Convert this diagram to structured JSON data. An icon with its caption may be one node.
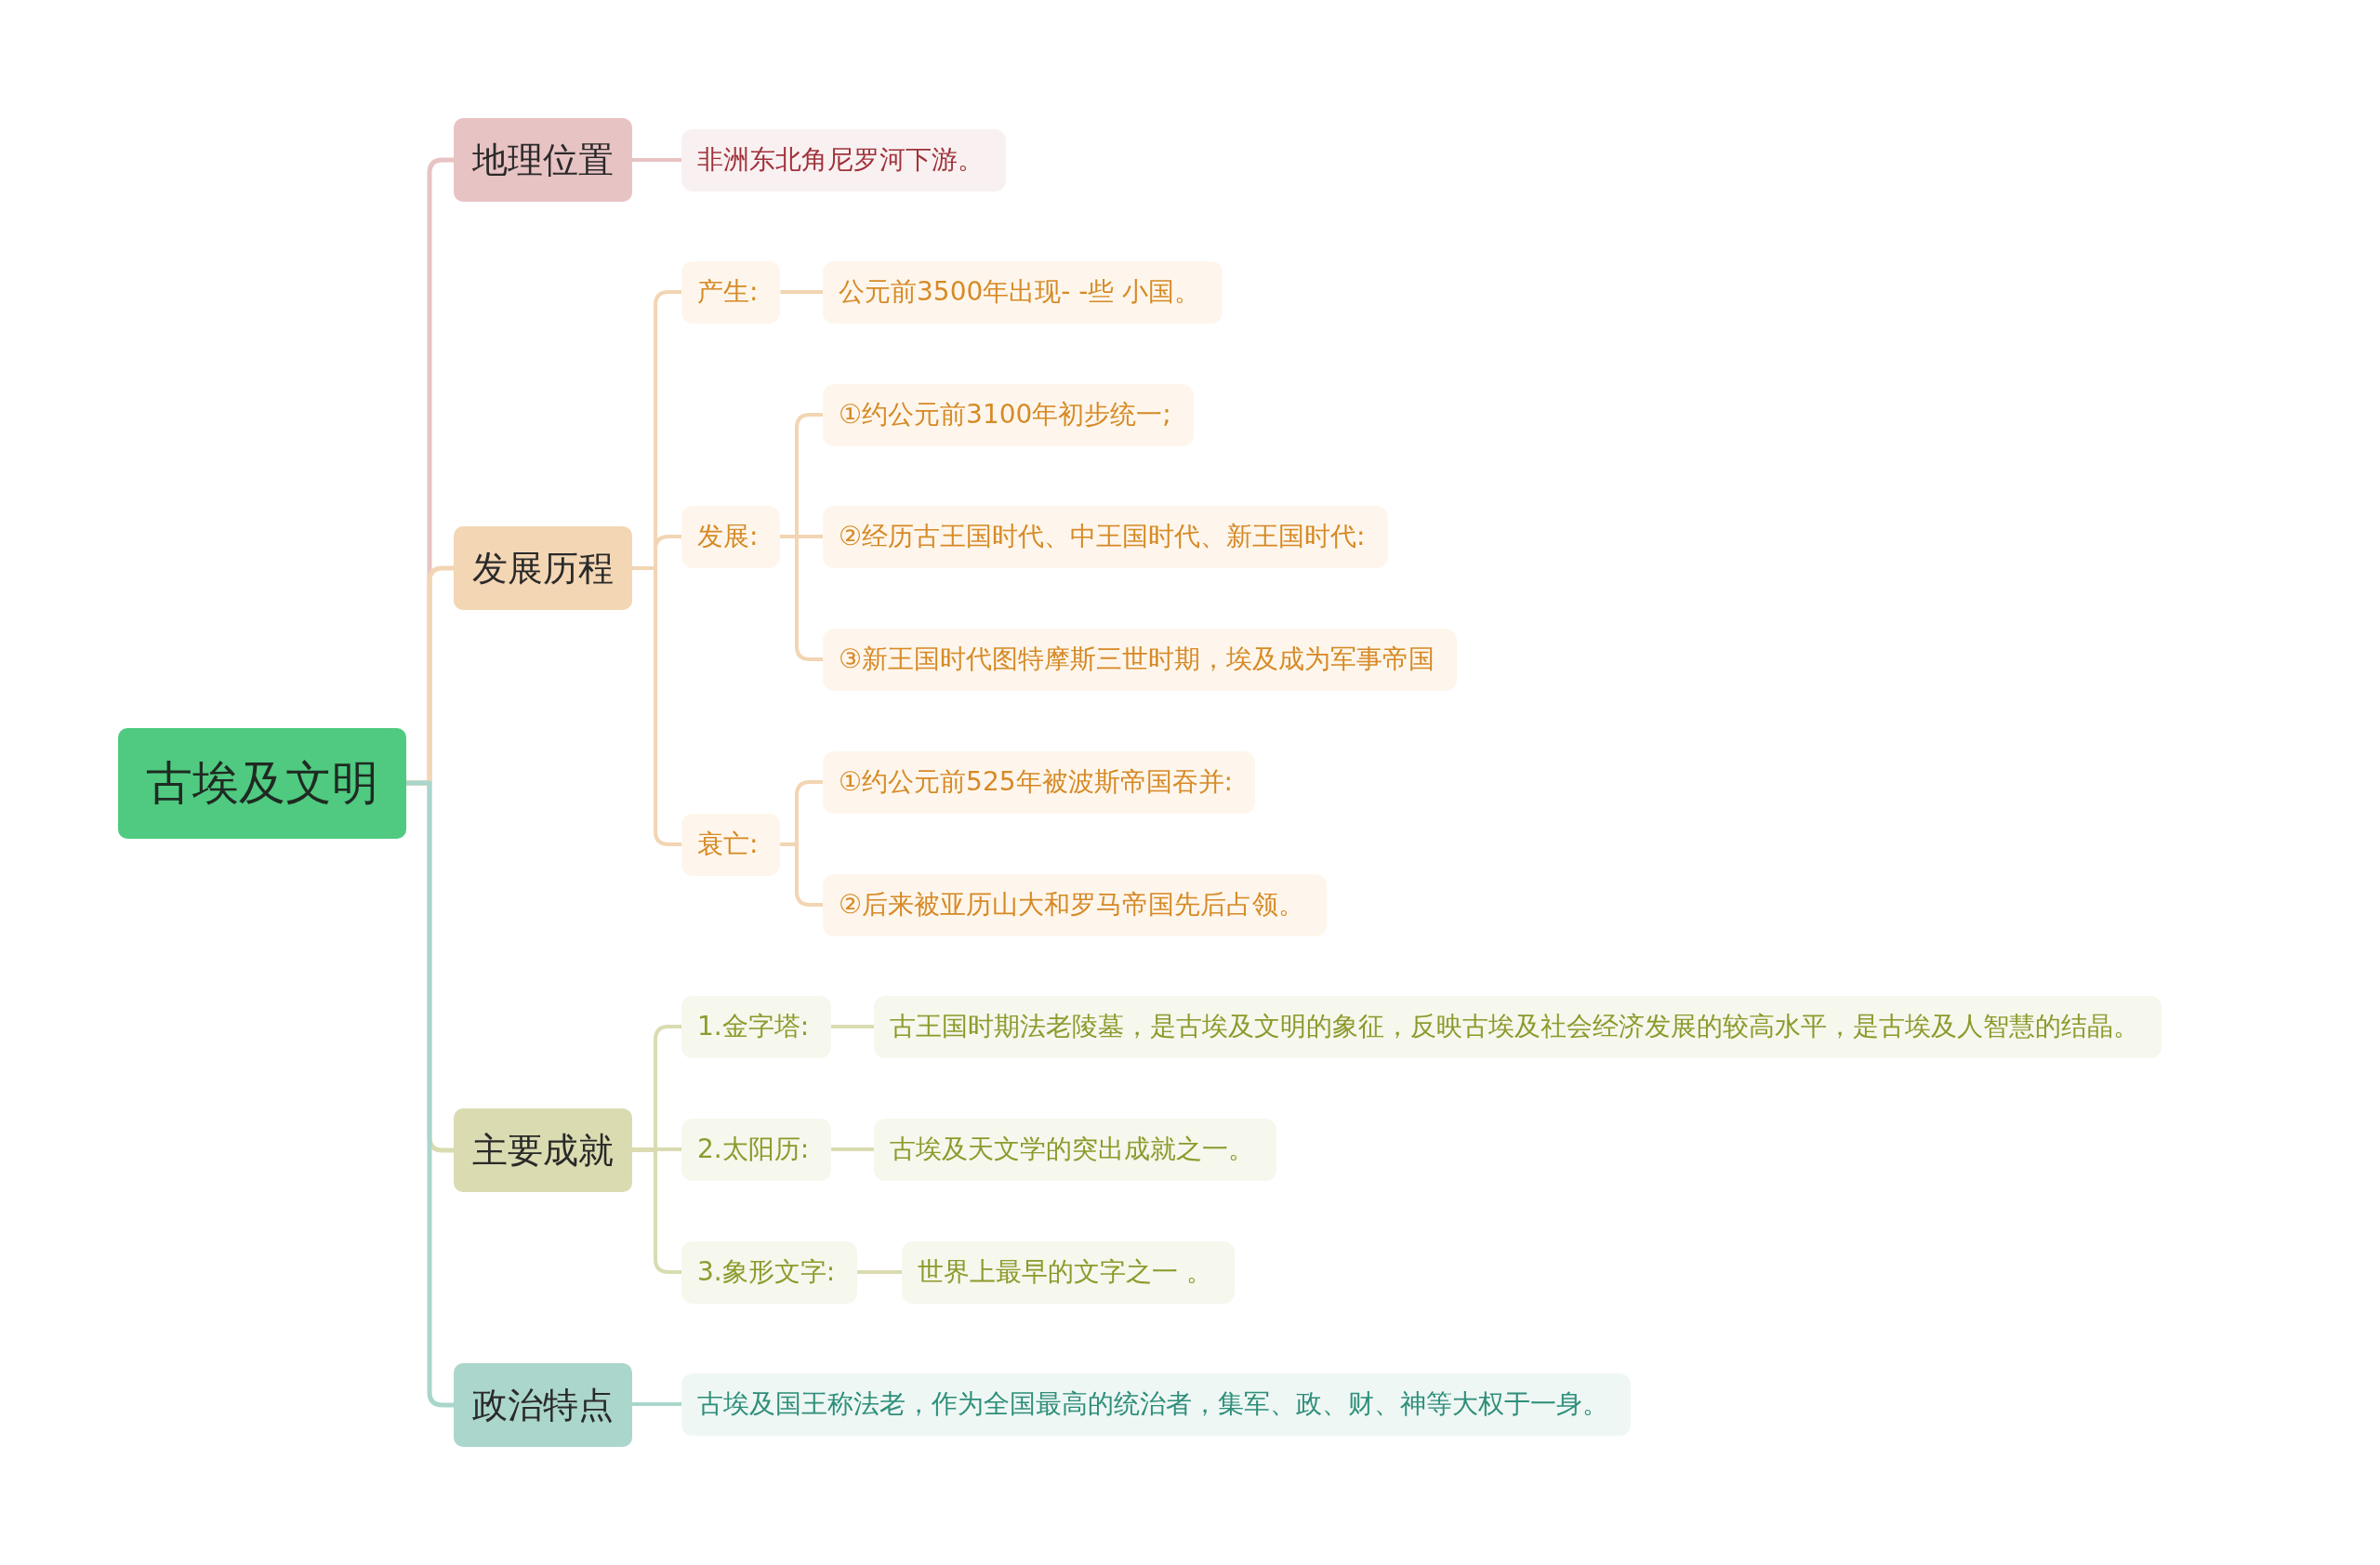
{
  "diagram": {
    "nodes": [
      {
        "text": [
          "古埃及文明"
        ]
      },
      {
        "text": [
          "地理位置"
        ]
      },
      {
        "text": [
          "非洲东北角尼罗河下游。"
        ]
      },
      {
        "text": [
          "发展历程"
        ]
      },
      {
        "text": [
          "产生:"
        ]
      },
      {
        "text": [
          "公元前3500年出现- -些 小国。"
        ]
      },
      {
        "text": [
          "发展:"
        ]
      },
      {
        "text": [
          "①约公元前3100年初步统一;"
        ]
      },
      {
        "text": [
          "②经历古王国时代、中王国时代、新王国时代:"
        ]
      },
      {
        "text": [
          "③新王国时代图特摩斯三世时期，埃及成为军事帝国"
        ]
      },
      {
        "text": [
          "衰亡:"
        ]
      },
      {
        "text": [
          "①约公元前525年被波斯帝国吞并:"
        ]
      },
      {
        "text": [
          "②后来被亚历山大和罗马帝国先后占领。"
        ]
      },
      {
        "text": [
          "主要成就"
        ]
      },
      {
        "text": [
          "1.金字塔:"
        ]
      },
      {
        "text": [
          "古王国时期法老陵墓，是古埃及文明的象征，反映古埃及社会经济发展的较高水平，是古埃及人智慧的结晶。"
        ]
      },
      {
        "text": [
          "2.太阳历:"
        ]
      },
      {
        "text": [
          "古埃及天文学的突出成就之一。"
        ]
      },
      {
        "text": [
          "3.象形文字:"
        ]
      },
      {
        "text": [
          "世界上最早的文字之一 。"
        ]
      },
      {
        "text": [
          "政治特点"
        ]
      },
      {
        "text": [
          "古埃及国王称法老，作为全国最高的统治者，集军、政、财、神等大权于一身。"
        ]
      }
    ],
    "edges": [
      {
        "from": 0,
        "to": 1,
        "arrow": "none",
        "color": "#e8c3c3"
      },
      {
        "from": 1,
        "to": 2,
        "arrow": "none",
        "color": "#e8c3c3"
      },
      {
        "from": 0,
        "to": 3,
        "arrow": "none"
      },
      {
        "from": 3,
        "to": 4,
        "arrow": "none"
      },
      {
        "from": 4,
        "to": 5,
        "arrow": "none"
      },
      {
        "from": 3,
        "to": 6,
        "arrow": "none"
      },
      {
        "from": 6,
        "to": 7,
        "arrow": "none"
      },
      {
        "from": 6,
        "to": 8,
        "arrow": "none"
      },
      {
        "from": 6,
        "to": 9,
        "arrow": "none"
      },
      {
        "from": 3,
        "to": 10,
        "arrow": "none"
      },
      {
        "from": 10,
        "to": 11,
        "arrow": "none"
      },
      {
        "from": 10,
        "to": 12,
        "arrow": "none"
      },
      {
        "from": 0,
        "to": 13,
        "arrow": "none",
        "color": "#dadbb0"
      },
      {
        "from": 13,
        "to": 14,
        "arrow": "none",
        "color": "#dadbb0"
      },
      {
        "from": 14,
        "to": 15,
        "arrow": "none",
        "color": "#dadbb0"
      },
      {
        "from": 13,
        "to": 16,
        "arrow": "none",
        "color": "#dadbb0"
      },
      {
        "from": 16,
        "to": 17,
        "arrow": "none",
        "color": "#dadbb0"
      },
      {
        "from": 13,
        "to": 18,
        "arrow": "none",
        "color": "#dadbb0"
      },
      {
        "from": 18,
        "to": 19,
        "arrow": "none",
        "color": "#dadbb0"
      },
      {
        "from": 0,
        "to": 20,
        "arrow": "none",
        "color": "#a9d6cb"
      },
      {
        "from": 20,
        "to": 21,
        "arrow": "none",
        "color": "#a9d6cb"
      }
    ]
  }
}
